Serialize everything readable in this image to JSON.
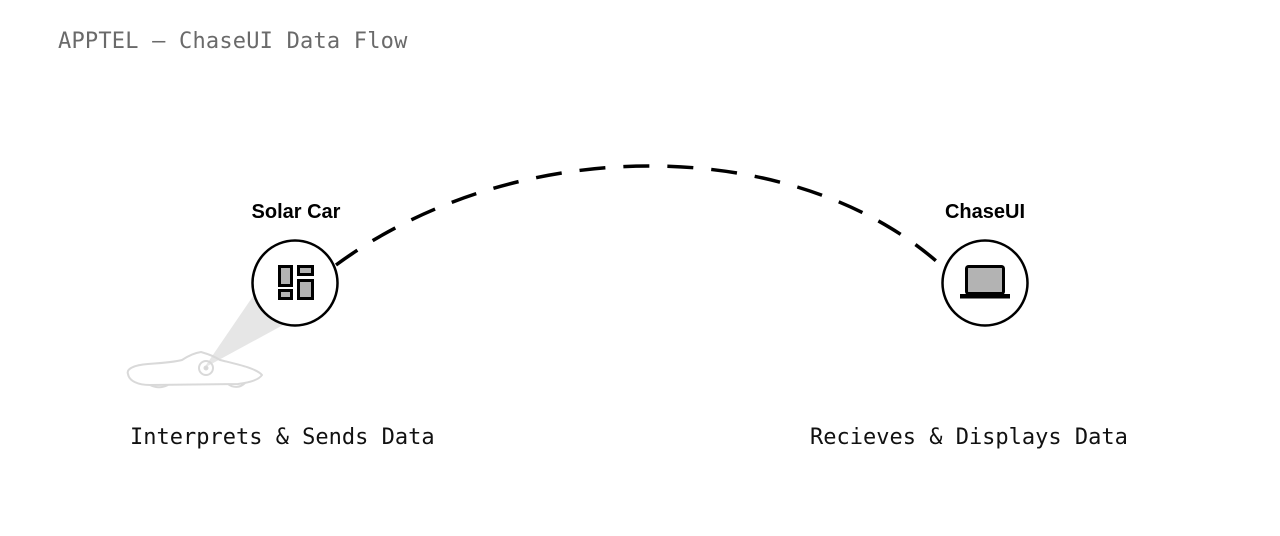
{
  "title": "APPTEL – ChaseUI Data Flow",
  "nodes": {
    "solar_car": {
      "label": "Solar Car",
      "description": "Interprets & Sends Data",
      "icon": "dashboard-icon"
    },
    "chaseui": {
      "label": "ChaseUI",
      "description": "Recieves & Displays Data",
      "icon": "laptop-icon"
    }
  },
  "link": {
    "style": "dashed",
    "from": "Solar Car",
    "to": "ChaseUI"
  },
  "colors": {
    "title": "#6a6a6a",
    "stroke": "#000000",
    "icon_fill": "#b3b3b3",
    "beam": "#e6e6e6",
    "car_outline": "#d9d9d9"
  }
}
